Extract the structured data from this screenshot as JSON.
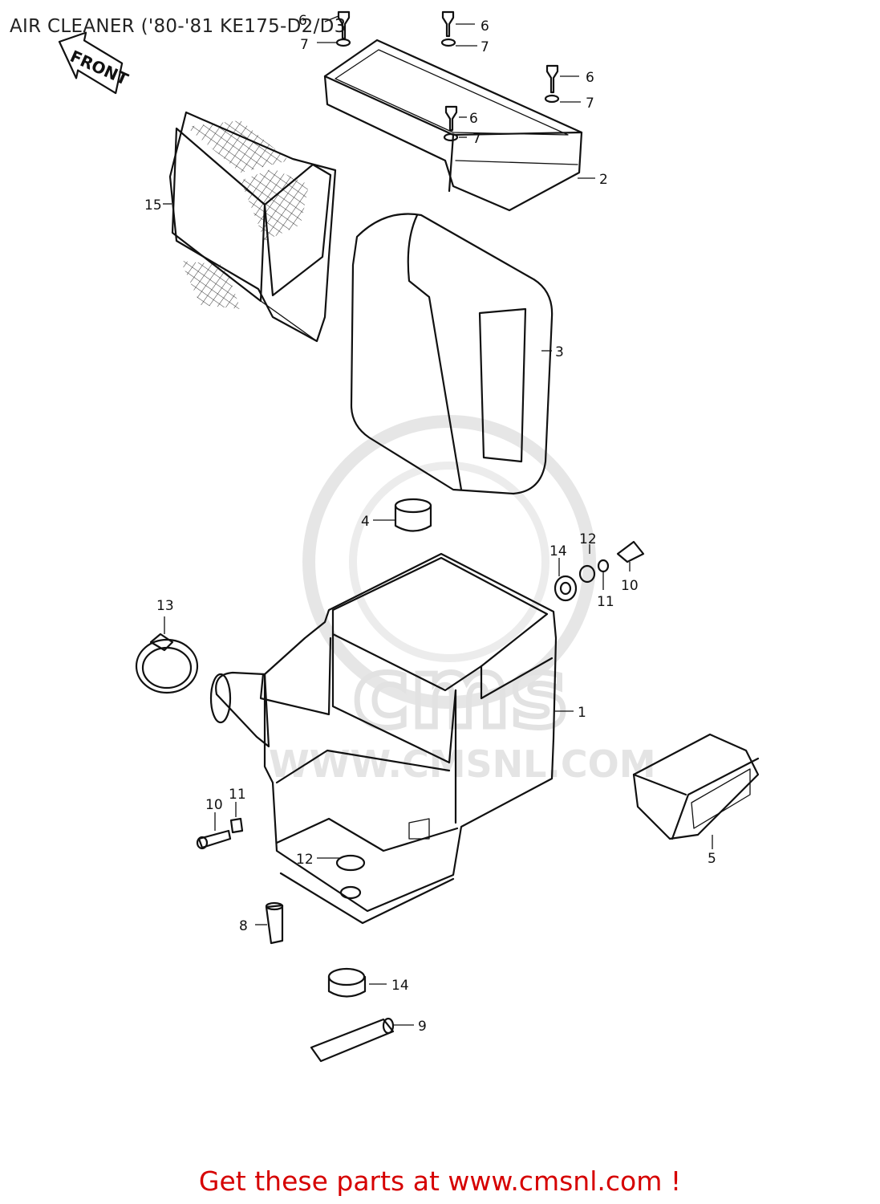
{
  "title": "AIR CLEANER ('80-'81 KE175-D2/D3",
  "front_marker": "FRONT",
  "watermark": "WWW.CMSNL.COM",
  "footer": "Get these parts at www.cmsnl.com !",
  "part_labels": {
    "p1": "1",
    "p2": "2",
    "p3": "3",
    "p4": "4",
    "p5": "5",
    "p6a": "6",
    "p6b": "6",
    "p6c": "6",
    "p6d": "6",
    "p7a": "7",
    "p7b": "7",
    "p7c": "7",
    "p7d": "7",
    "p8": "8",
    "p9": "9",
    "p10a": "10",
    "p10b": "10",
    "p11a": "11",
    "p11b": "11",
    "p12a": "12",
    "p12b": "12",
    "p13": "13",
    "p14a": "14",
    "p14b": "14",
    "p15": "15"
  },
  "colors": {
    "footer": "#d60000",
    "ink": "#111111",
    "watermark": "#e2e2e2"
  }
}
